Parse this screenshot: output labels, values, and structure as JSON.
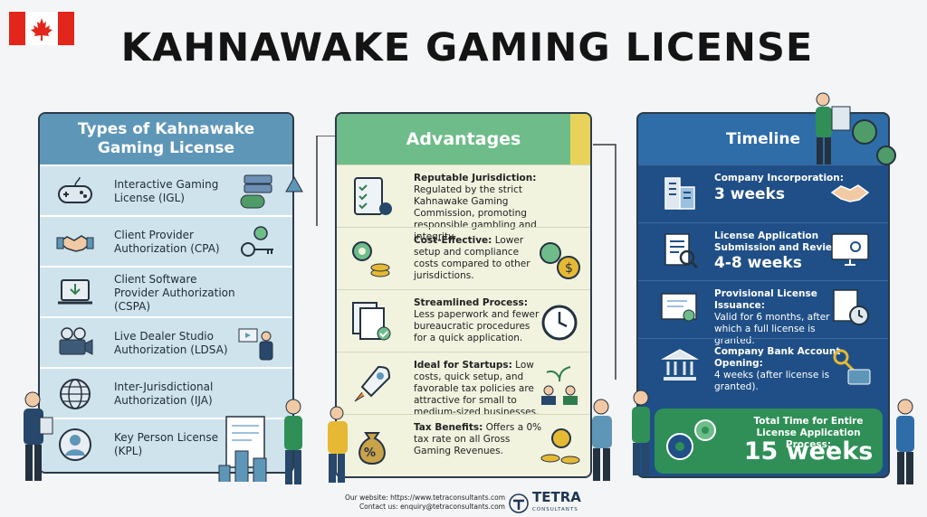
{
  "title": "KAHNAWAKE GAMING LICENSE",
  "types": {
    "heading": "Types of Kahnawake Gaming License",
    "items": [
      {
        "label": "Interactive Gaming License (IGL)",
        "icon": "gamepad-icon"
      },
      {
        "label": "Client Provider Authorization (CPA)",
        "icon": "handshake-icon"
      },
      {
        "label": "Client Software Provider Authorization (CSPA)",
        "icon": "laptop-download-icon"
      },
      {
        "label": "Live Dealer Studio Authorization (LDSA)",
        "icon": "video-camera-icon"
      },
      {
        "label": "Inter-Jurisdictional Authorization (IJA)",
        "icon": "globe-icon"
      },
      {
        "label": "Key Person License (KPL)",
        "icon": "person-icon"
      }
    ]
  },
  "advantages": {
    "heading": "Advantages",
    "items": [
      {
        "title": "Reputable Jurisdiction:",
        "text": "Regulated by the strict Kahnawake Gaming Commission, promoting responsible gambling and integrity."
      },
      {
        "title": "Cost-Effective:",
        "text": "Lower setup and compliance costs compared to other jurisdictions."
      },
      {
        "title": "Streamlined Process:",
        "text": "Less paperwork and fewer bureaucratic procedures for a quick application."
      },
      {
        "title": "Ideal for Startups:",
        "text": "Low costs, quick setup, and favorable tax policies are attractive for small to medium-sized businesses."
      },
      {
        "title": "Tax Benefits:",
        "text": "Offers a 0% tax rate on all Gross Gaming Revenues."
      }
    ]
  },
  "timeline": {
    "heading": "Timeline",
    "items": [
      {
        "title": "Company Incorporation:",
        "value": "3 weeks",
        "note": ""
      },
      {
        "title": "License Application Submission and Review:",
        "value": "4-8 weeks",
        "note": ""
      },
      {
        "title": "Provisional License Issuance:",
        "value": "",
        "note": "Valid for 6 months, after which a full license is granted."
      },
      {
        "title": "Company Bank Account Opening:",
        "value": "",
        "note": "4 weeks (after license is granted)."
      }
    ],
    "total_label": "Total Time for Entire License Application Process:",
    "total_value": "15 weeks"
  },
  "footer": {
    "website": "Our website: https://www.tetraconsultants.com",
    "contact": "Contact us: enquiry@tetraconsultants.com",
    "brand": "TETRA",
    "brand_sub": "CONSULTANTS"
  },
  "colors": {
    "types_head": "#5e96b8",
    "advantages_head": "#6ebc89",
    "timeline_head": "#2f6da8",
    "timeline_body": "#1f4f86",
    "total_box": "#2f8f57",
    "flag_red": "#e3261b"
  }
}
